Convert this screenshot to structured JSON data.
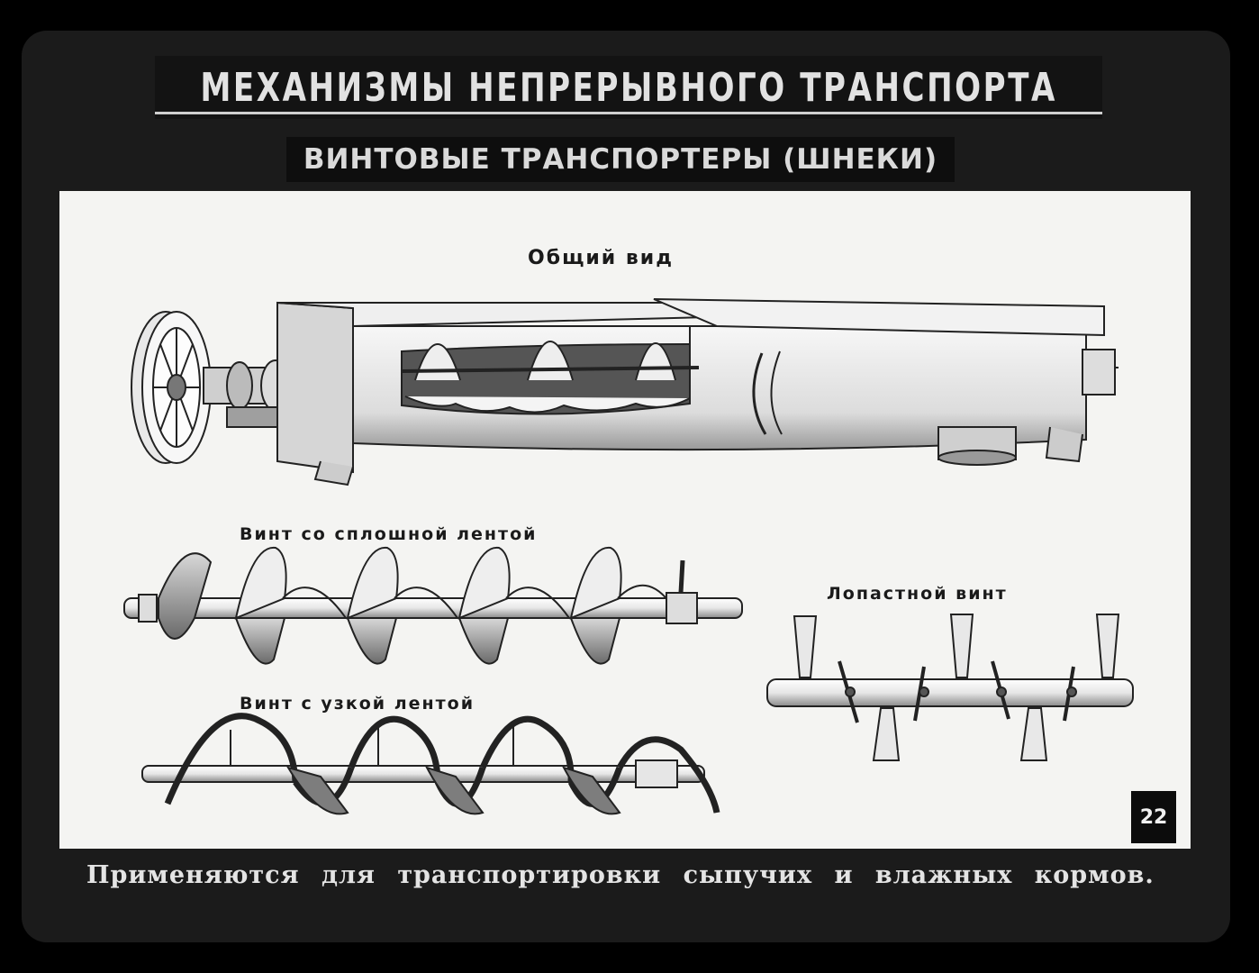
{
  "slide": {
    "title": "МЕХАНИЗМЫ НЕПРЕРЫВНОГО ТРАНСПОРТА",
    "subtitle": "ВИНТОВЫЕ ТРАНСПОРТЕРЫ (ШНЕКИ)",
    "page_number": "22",
    "note": "Применяются для транспортировки сыпучих и влажных кормов."
  },
  "figures": {
    "general_view": "Общий вид",
    "solid_screw": "Винт со сплошной лентой",
    "narrow_screw": "Винт с узкой лентой",
    "paddle_screw": "Лопастной винт"
  },
  "colors": {
    "background": "#000000",
    "panel": "#f4f4f2",
    "ink": "#1a1a1a"
  }
}
